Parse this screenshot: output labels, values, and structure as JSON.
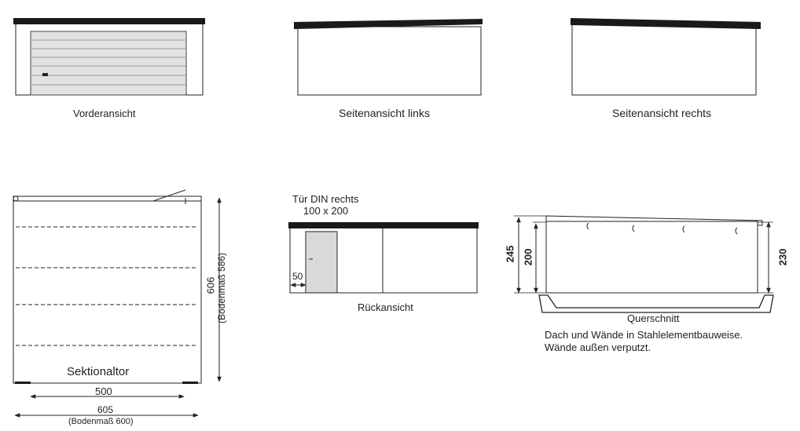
{
  "views": {
    "front": "Vorderansicht",
    "left": "Seitenansicht links",
    "right": "Seitenansicht rechts",
    "back": "Rückansicht",
    "section": "Querschnitt"
  },
  "floorplan": {
    "door_label": "Sektionaltor",
    "height_dim": "606",
    "height_floor": "(Bodenmaß 586)",
    "inner_width_dim": "500",
    "outer_width_dim": "605",
    "width_floor": "(Bodenmaß 600)"
  },
  "back_view": {
    "door_label": "Tür DIN rechts",
    "door_size": "100 x 200",
    "door_offset": "50"
  },
  "section": {
    "height_total": "245",
    "height_inner": "200",
    "height_rear": "230",
    "note_line1": "Dach und Wände in Stahlelementbauweise.",
    "note_line2": "Wände außen verputzt."
  }
}
